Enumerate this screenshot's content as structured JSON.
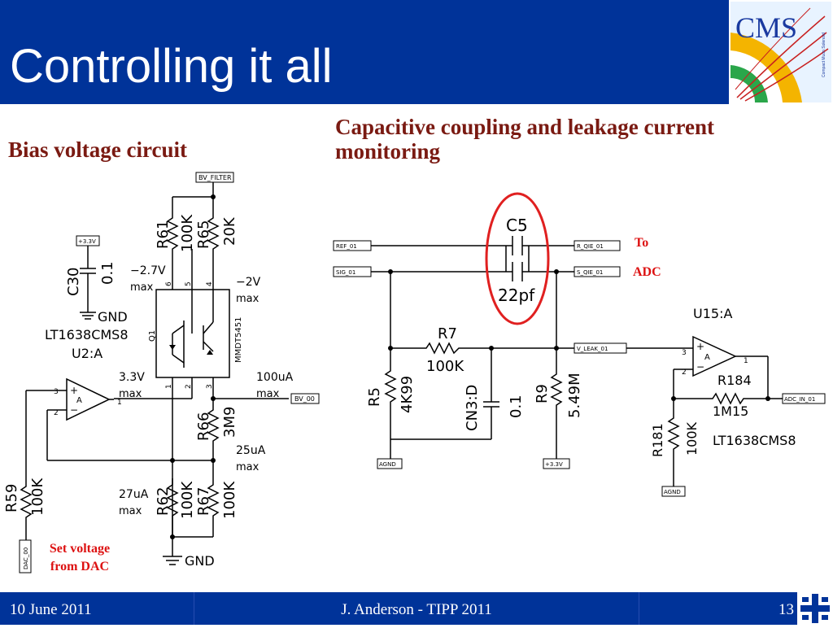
{
  "slide": {
    "title": "Controlling it all"
  },
  "logo": {
    "text": "CMS",
    "subtext": "Compact Muon Solenoid"
  },
  "left": {
    "heading": "Bias voltage circuit",
    "labels": {
      "bv_filter": "BV_FILTER",
      "plus33_top": "+3.3V",
      "c30": "C30",
      "c30_val": "0.1",
      "gnd1": "GND",
      "part1": "LT1638CMS8",
      "u2a": "U2:A",
      "r61": "R61",
      "r61_val": "100K",
      "r65": "R65",
      "r65_val": "20K",
      "v27": "−2.7V",
      "max1": "max",
      "v2": "−2V",
      "max2": "max",
      "pin6": "6",
      "pin5": "5",
      "pin4": "4",
      "pin1": "1",
      "pin2": "2",
      "pin3": "3",
      "q1": "Q1",
      "mmdt": "MMDT5451",
      "v33": "3.3V",
      "max3": "max",
      "i100": "100uA",
      "max4": "max",
      "bv_00": "BV_00",
      "r66": "R66",
      "r66_val": "3M9",
      "i25": "25uA",
      "max5": "max",
      "i27": "27uA",
      "max6": "max",
      "r62": "R62",
      "r62_val": "100K",
      "r67": "R67",
      "r67_val": "100K",
      "r59": "R59",
      "r59_val": "100K",
      "dac_00": "DAC_00",
      "gnd2": "GND",
      "opA": "A",
      "op_plus": "+",
      "op_minus": "−",
      "op_p3": "3",
      "op_p2": "2",
      "op_p1": "1"
    },
    "annotation_line1": "Set voltage",
    "annotation_line2": "from DAC"
  },
  "right": {
    "heading_line1": "Capacitive coupling and leakage current",
    "heading_line2": "monitoring",
    "labels": {
      "ref01": "REF_01",
      "sig01": "SIG_01",
      "c5": "C5",
      "c5_val": "22pf",
      "rqie": "R_QIE_01",
      "sqie": "S_QIE_01",
      "r7": "R7",
      "r7_val": "100K",
      "vleak": "V_LEAK_01",
      "r5": "R5",
      "r5_val": "4K99",
      "cn3d": "CN3:D",
      "cn3d_val": "0.1",
      "r9": "R9",
      "r9_val": "5.49M",
      "agnd1": "AGND",
      "plus33": "+3.3V",
      "u15a": "U15:A",
      "r184": "R184",
      "r184_val": "1M15",
      "adc_in": "ADC_IN_01",
      "r181": "R181",
      "r181_val": "100K",
      "part": "LT1638CMS8",
      "agnd2": "AGND",
      "opA": "A",
      "op_plus": "+",
      "op_minus": "−",
      "op_p3": "3",
      "op_p2": "2",
      "op_p1": "1"
    },
    "ann_to": "To",
    "ann_adc": "ADC",
    "highlight_color": "#e02020"
  },
  "footer": {
    "date": "10 June 2011",
    "author": "J. Anderson - TIPP 2011",
    "page": "13"
  },
  "colors": {
    "header": "#003399",
    "heading": "#7a1a12",
    "annotation": "#dd1111"
  }
}
